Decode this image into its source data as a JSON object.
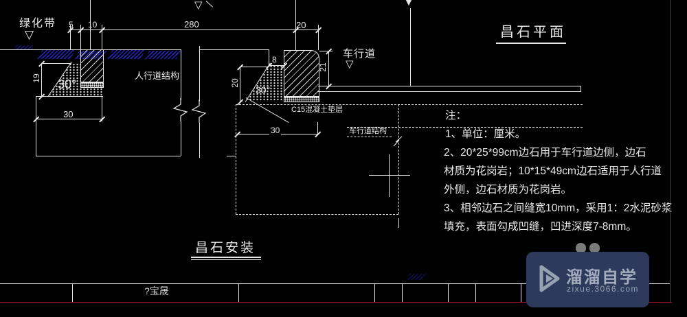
{
  "titles": {
    "plan": "昌石平面",
    "install": "昌石安装"
  },
  "labels": {
    "green_belt": "绿化带",
    "sidewalk_structure": "人行道结构",
    "lane": "车行道",
    "lane_structure": "车行道结构",
    "cushion": "C15混凝土垫层",
    "footer": "?宝晟"
  },
  "dims": {
    "five": "5",
    "ten": "10",
    "two_eighty": "280",
    "twenty_top": "20",
    "nineteen": "19",
    "thirty_left": "30",
    "angle_left": "30°",
    "eight": "8",
    "twenty_one": "21",
    "twenty_back": "20",
    "angle_right": "30°",
    "thirty_right": "30"
  },
  "notes": {
    "lines": [
      "注：",
      "1、单位：厘米。",
      "2、20*25*99cm边石用于车行道边侧，边石",
      "材质为花岗岩；10*15*49cm边石适用于人行道",
      "外侧，边石材质为花岗岩。",
      "3、相邻边石之间缝宽10mm，采用1：2水泥砂浆",
      "填充，表面勾成凹缝，凹进深度7-8mm。"
    ]
  },
  "watermark": {
    "brand": "溜溜自学",
    "site": "zixue.3066.com"
  },
  "colors": {
    "line": "#e8e8e8",
    "red": "#b5122b",
    "watermark_bg": "#2d3a5c",
    "watermark_fg": "#9aa3b6",
    "blue_mark": "#2a2ae0"
  }
}
